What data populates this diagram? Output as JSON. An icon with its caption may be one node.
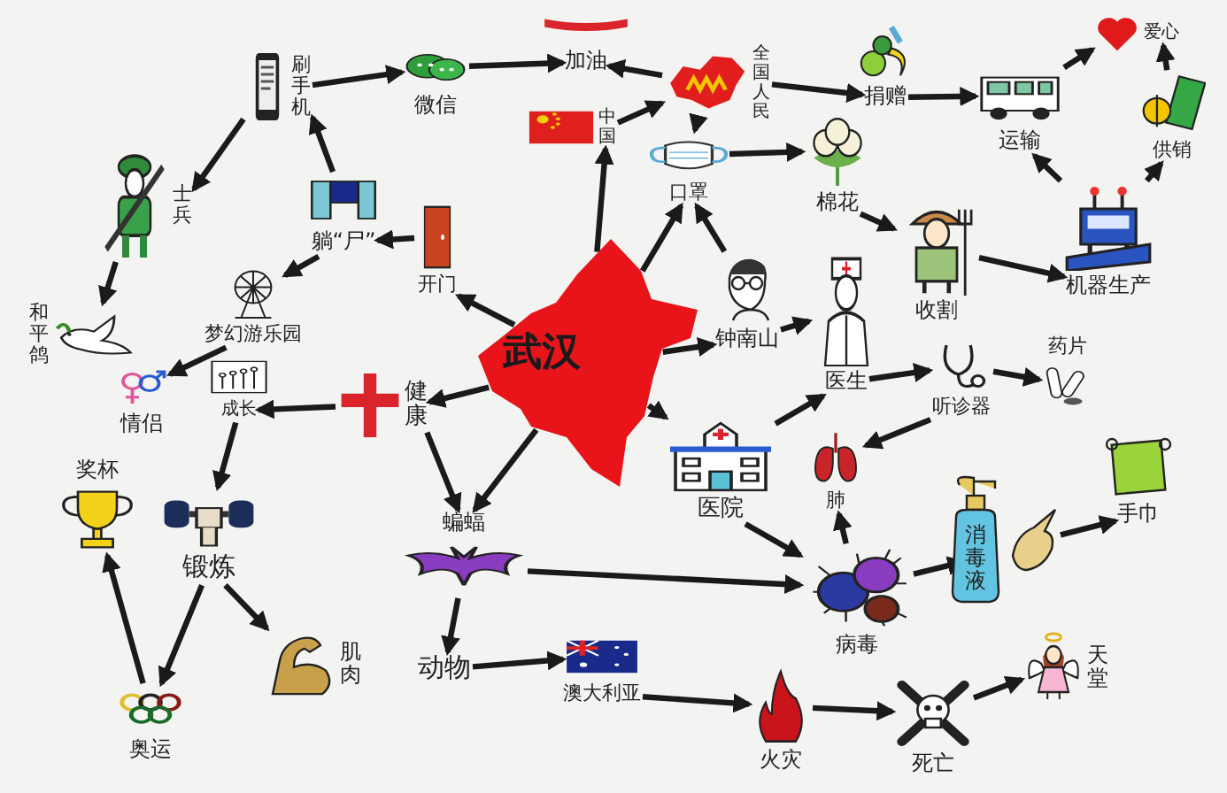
{
  "diagram": {
    "nodes": [
      {
        "text": [
          "武汉"
        ]
      },
      {
        "text": [
          "刷手机"
        ]
      },
      {
        "text": [
          "微信"
        ]
      },
      {
        "text": [
          "加油"
        ]
      },
      {
        "text": [
          "中国"
        ]
      },
      {
        "text": [
          "全国人民"
        ]
      },
      {
        "text": [
          "捐赠"
        ]
      },
      {
        "text": [
          "运输"
        ]
      },
      {
        "text": [
          "爱心"
        ]
      },
      {
        "text": [
          "供销"
        ]
      },
      {
        "text": [
          "口罩"
        ]
      },
      {
        "text": [
          "棉花"
        ]
      },
      {
        "text": [
          "收割"
        ]
      },
      {
        "text": [
          "机器生产"
        ]
      },
      {
        "text": [
          "钟南山"
        ]
      },
      {
        "text": [
          "医生"
        ]
      },
      {
        "text": [
          "听诊器"
        ]
      },
      {
        "text": [
          "药片"
        ]
      },
      {
        "text": [
          "士兵"
        ]
      },
      {
        "text": [
          "和平鸽"
        ]
      },
      {
        "text": [
          "躺“尸”"
        ]
      },
      {
        "text": [
          "开门"
        ]
      },
      {
        "text": [
          "梦幻游乐园"
        ]
      },
      {
        "text": [
          "情侣"
        ]
      },
      {
        "text": [
          "成长"
        ]
      },
      {
        "text": [
          "健康"
        ]
      },
      {
        "text": [
          "奖杯"
        ]
      },
      {
        "text": [
          "锻炼"
        ]
      },
      {
        "text": [
          "肌肉"
        ]
      },
      {
        "text": [
          "奥运"
        ]
      },
      {
        "text": [
          "蝙蝠"
        ]
      },
      {
        "text": [
          "动物"
        ]
      },
      {
        "text": [
          "澳大利亚"
        ]
      },
      {
        "text": [
          "医院"
        ]
      },
      {
        "text": [
          "肺"
        ]
      },
      {
        "text": [
          "病毒"
        ]
      },
      {
        "text": [
          "消毒液"
        ]
      },
      {
        "text": [
          "手巾"
        ]
      },
      {
        "text": [
          "火灾"
        ]
      },
      {
        "text": [
          "死亡"
        ]
      },
      {
        "text": [
          "天堂"
        ]
      }
    ],
    "edges": [
      {
        "from": 1,
        "to": 2,
        "arrow": "to"
      },
      {
        "from": 2,
        "to": 3,
        "arrow": "to"
      },
      {
        "from": 5,
        "to": 3,
        "arrow": "to"
      },
      {
        "from": 4,
        "to": 5,
        "arrow": "to"
      },
      {
        "from": 0,
        "to": 4,
        "arrow": "to"
      },
      {
        "from": 5,
        "to": 6,
        "arrow": "to"
      },
      {
        "from": 6,
        "to": 7,
        "arrow": "to"
      },
      {
        "from": 7,
        "to": 8,
        "arrow": "to"
      },
      {
        "from": 9,
        "to": 8,
        "arrow": "to"
      },
      {
        "from": 13,
        "to": 7,
        "arrow": "to"
      },
      {
        "from": 13,
        "to": 9,
        "arrow": "to"
      },
      {
        "from": 12,
        "to": 13,
        "arrow": "to"
      },
      {
        "from": 11,
        "to": 12,
        "arrow": "to"
      },
      {
        "from": 10,
        "to": 11,
        "arrow": "to"
      },
      {
        "from": 5,
        "to": 10,
        "arrow": "to"
      },
      {
        "from": 0,
        "to": 10,
        "arrow": "to"
      },
      {
        "from": 14,
        "to": 10,
        "arrow": "to"
      },
      {
        "from": 0,
        "to": 14,
        "arrow": "to"
      },
      {
        "from": 14,
        "to": 15,
        "arrow": "to"
      },
      {
        "from": 15,
        "to": 16,
        "arrow": "to"
      },
      {
        "from": 16,
        "to": 17,
        "arrow": "to"
      },
      {
        "from": 16,
        "to": 34,
        "arrow": "to"
      },
      {
        "from": 33,
        "to": 15,
        "arrow": "to"
      },
      {
        "from": 35,
        "to": 34,
        "arrow": "to"
      },
      {
        "from": 33,
        "to": 35,
        "arrow": "to"
      },
      {
        "from": 0,
        "to": 33,
        "arrow": "to"
      },
      {
        "from": 35,
        "to": 36,
        "arrow": "to"
      },
      {
        "from": 36,
        "to": 37,
        "arrow": "to"
      },
      {
        "from": 30,
        "to": 35,
        "arrow": "to"
      },
      {
        "from": 0,
        "to": 30,
        "arrow": "to"
      },
      {
        "from": 25,
        "to": 30,
        "arrow": "to"
      },
      {
        "from": 30,
        "to": 31,
        "arrow": "to"
      },
      {
        "from": 31,
        "to": 32,
        "arrow": "to"
      },
      {
        "from": 32,
        "to": 38,
        "arrow": "to"
      },
      {
        "from": 38,
        "to": 39,
        "arrow": "to"
      },
      {
        "from": 39,
        "to": 40,
        "arrow": "to"
      },
      {
        "from": 0,
        "to": 25,
        "arrow": "to"
      },
      {
        "from": 25,
        "to": 24,
        "arrow": "to"
      },
      {
        "from": 24,
        "to": 27,
        "arrow": "to"
      },
      {
        "from": 27,
        "to": 28,
        "arrow": "to"
      },
      {
        "from": 29,
        "to": 26,
        "arrow": "to"
      },
      {
        "from": 27,
        "to": 29,
        "arrow": "to"
      },
      {
        "from": 0,
        "to": 21,
        "arrow": "to"
      },
      {
        "from": 21,
        "to": 20,
        "arrow": "to"
      },
      {
        "from": 20,
        "to": 1,
        "arrow": "to"
      },
      {
        "from": 1,
        "to": 18,
        "arrow": "to"
      },
      {
        "from": 18,
        "to": 19,
        "arrow": "to"
      },
      {
        "from": 20,
        "to": 22,
        "arrow": "to"
      },
      {
        "from": 22,
        "to": 23,
        "arrow": "to"
      }
    ]
  }
}
